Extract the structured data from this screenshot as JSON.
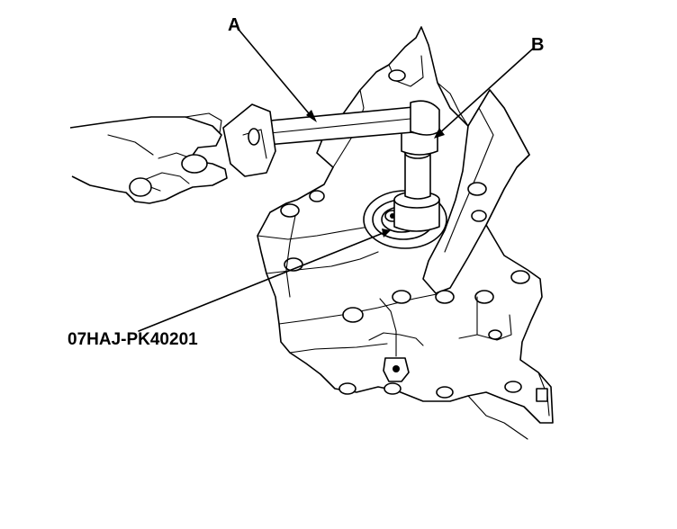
{
  "callouts": {
    "a": "A",
    "b": "B",
    "tool_number": "07HAJ-PK40201"
  },
  "colors": {
    "line": "#000000",
    "background": "#ffffff"
  },
  "illustration": {
    "subject": "hand-holding-wrench-on-transmission-case",
    "parts": [
      "wrench",
      "socket",
      "special-tool",
      "transmission-case",
      "hand"
    ]
  }
}
